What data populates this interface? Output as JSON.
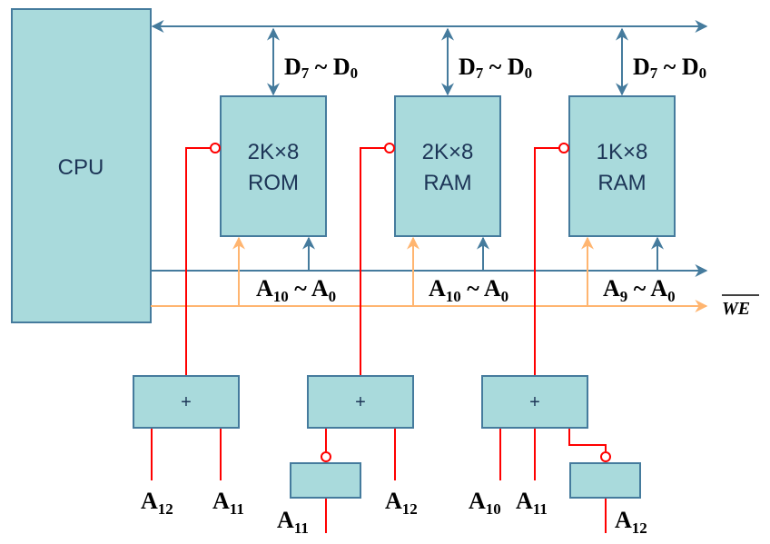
{
  "diagram": {
    "title": "CPU memory expansion with address decoding",
    "cpu": {
      "label": "CPU"
    },
    "chips": [
      {
        "size": "2K×8",
        "type": "ROM",
        "data_bus": {
          "base": "D",
          "hi": "7",
          "sep": " ~ ",
          "lo": "0"
        },
        "addr_bus": {
          "base": "A",
          "hi": "10",
          "sep": " ~ ",
          "lo": "0"
        }
      },
      {
        "size": "2K×8",
        "type": "RAM",
        "data_bus": {
          "base": "D",
          "hi": "7",
          "sep": " ~ ",
          "lo": "0"
        },
        "addr_bus": {
          "base": "A",
          "hi": "10",
          "sep": " ~ ",
          "lo": "0"
        }
      },
      {
        "size": "1K×8",
        "type": "RAM",
        "data_bus": {
          "base": "D",
          "hi": "7",
          "sep": " ~ ",
          "lo": "0"
        },
        "addr_bus": {
          "base": "A",
          "hi": "9",
          "sep": " ~ ",
          "lo": "0"
        }
      }
    ],
    "we_signal": "WE",
    "gates": [
      {
        "symbol": "+",
        "inputs": [
          {
            "base": "A",
            "sub": "12"
          },
          {
            "base": "A",
            "sub": "11"
          }
        ]
      },
      {
        "symbol": "+",
        "inverter_input": {
          "base": "A",
          "sub": "11"
        },
        "inputs": [
          {
            "base": "A",
            "sub": "12"
          }
        ]
      },
      {
        "symbol": "+",
        "inputs": [
          {
            "base": "A",
            "sub": "10"
          },
          {
            "base": "A",
            "sub": "11"
          }
        ],
        "inverter_input": {
          "base": "A",
          "sub": "12"
        }
      }
    ],
    "colors": {
      "box_fill": "#a9dadc",
      "box_stroke": "#457b9d",
      "bus": "#457b9d",
      "we_line": "#ffb570",
      "select_line": "#ff0000"
    }
  }
}
